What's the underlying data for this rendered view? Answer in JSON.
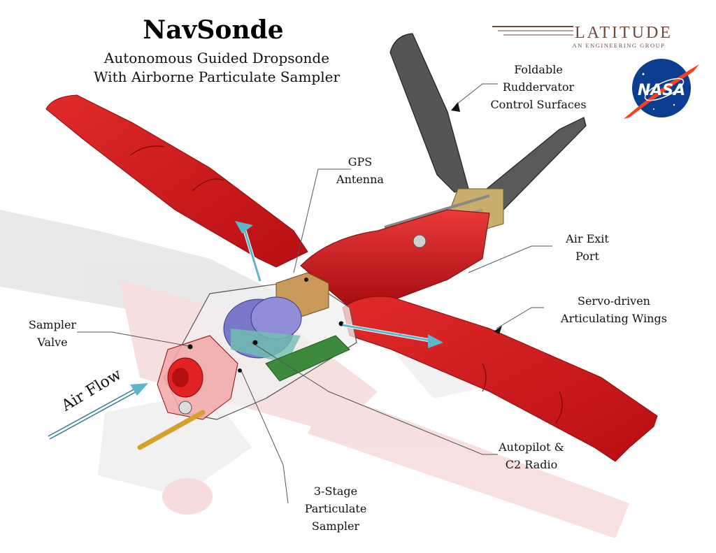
{
  "title": "NavSonde",
  "subtitle_line1": "Autonomous Guided Dropsonde",
  "subtitle_line2": "With Airborne Particulate Sampler",
  "logos": {
    "latitude_name": "LATITUDE",
    "latitude_tagline": "AN ENGINEERING GROUP",
    "nasa": "NASA"
  },
  "labels": {
    "ruddervator": [
      "Foldable",
      "Ruddervator",
      "Control Surfaces"
    ],
    "gps": [
      "GPS",
      "Antenna"
    ],
    "air_exit": [
      "Air Exit",
      "Port"
    ],
    "wings": [
      "Servo-driven",
      "Articulating Wings"
    ],
    "sampler_valve": [
      "Sampler",
      "Valve"
    ],
    "autopilot": [
      "Autopilot &",
      "C2 Radio"
    ],
    "particulate": [
      "3-Stage",
      "Particulate",
      "Sampler"
    ],
    "air_flow": "Air Flow"
  },
  "colors": {
    "body_red": "#d8181c",
    "arrow_teal": "#5bb7c9",
    "logo_brown": "#6b4a3a",
    "nasa_blue": "#0b3d91",
    "nasa_red": "#fc3d21"
  }
}
